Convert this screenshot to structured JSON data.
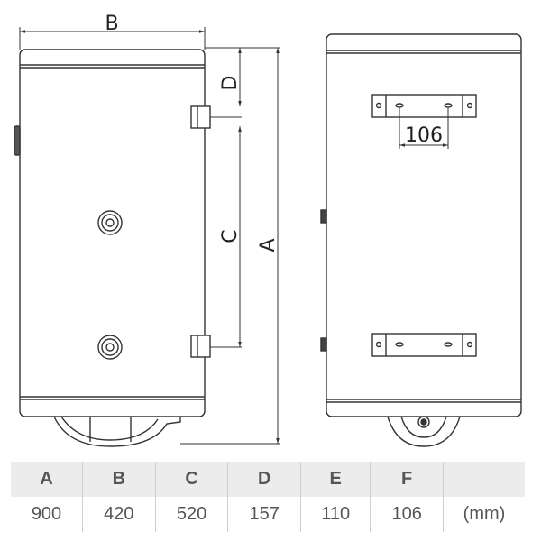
{
  "drawing": {
    "labels": {
      "A": "A",
      "B": "B",
      "C": "C",
      "D": "D",
      "F_value": "106"
    }
  },
  "table": {
    "headers": [
      "A",
      "B",
      "C",
      "D",
      "E",
      "F",
      ""
    ],
    "values": [
      "900",
      "420",
      "520",
      "157",
      "110",
      "106",
      "(mm)"
    ]
  }
}
